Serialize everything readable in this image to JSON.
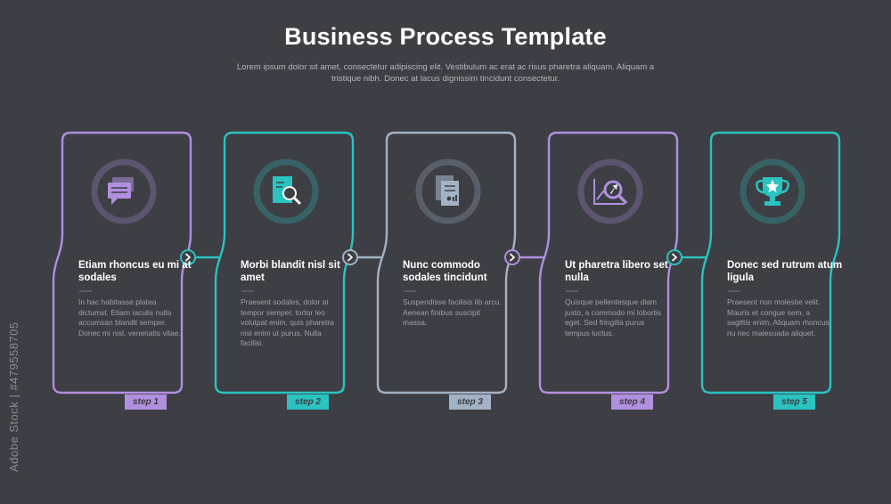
{
  "header": {
    "title": "Business Process Template",
    "subtitle": "Lorem ipsum dolor sit amet, consectetur adipiscing elit. Vestibulum ac erat ac risus pharetra aliquam. Aliquam a tristique nibh. Donec at lacus dignissim tincidunt consectetur."
  },
  "colors": {
    "background": "#3d3f44",
    "purple": "#b18fdf",
    "teal": "#2ac3c0",
    "gray": "#a3b2c5"
  },
  "steps": [
    {
      "title": "Etiam rhoncus eu mi at sodales",
      "body": "In hac habitasse platea dictumst. Etiam iaculis nulla accumsan blandit semper. Donec mi nisl, venenatis vitae.",
      "tag": "step 1",
      "icon": "chat-bubbles-icon",
      "color": "purple"
    },
    {
      "title": "Morbi blandit nisl sit amet",
      "body": "Praesent sodales, dolor at tempor semper, tortor leo volutpat enim, quis pharetra nisi enim ut purus. Nulla facilisi.",
      "tag": "step 2",
      "icon": "document-search-icon",
      "color": "teal"
    },
    {
      "title": "Nunc commodo sodales tincidunt",
      "body": "Suspendisse facilisis lib arcu. Aenean finibus suscipit massa.",
      "tag": "step 3",
      "icon": "documents-icon",
      "color": "gray"
    },
    {
      "title": "Ut pharetra libero set nulla",
      "body": "Quisque pellentesque diam justo, a commodo mi lobortis eget. Sed fringilla purus tempus luctus.",
      "tag": "step 4",
      "icon": "chart-magnifier-icon",
      "color": "purple"
    },
    {
      "title": "Donec sed rutrum atum ligula",
      "body": "Praesent non molestie velit. Mauris et congue sem, a sagittis enim. Aliquam rhoncus nu nec malesuada aliquet.",
      "tag": "step 5",
      "icon": "trophy-icon",
      "color": "teal"
    }
  ],
  "credit": "Adobe Stock | #479558705"
}
